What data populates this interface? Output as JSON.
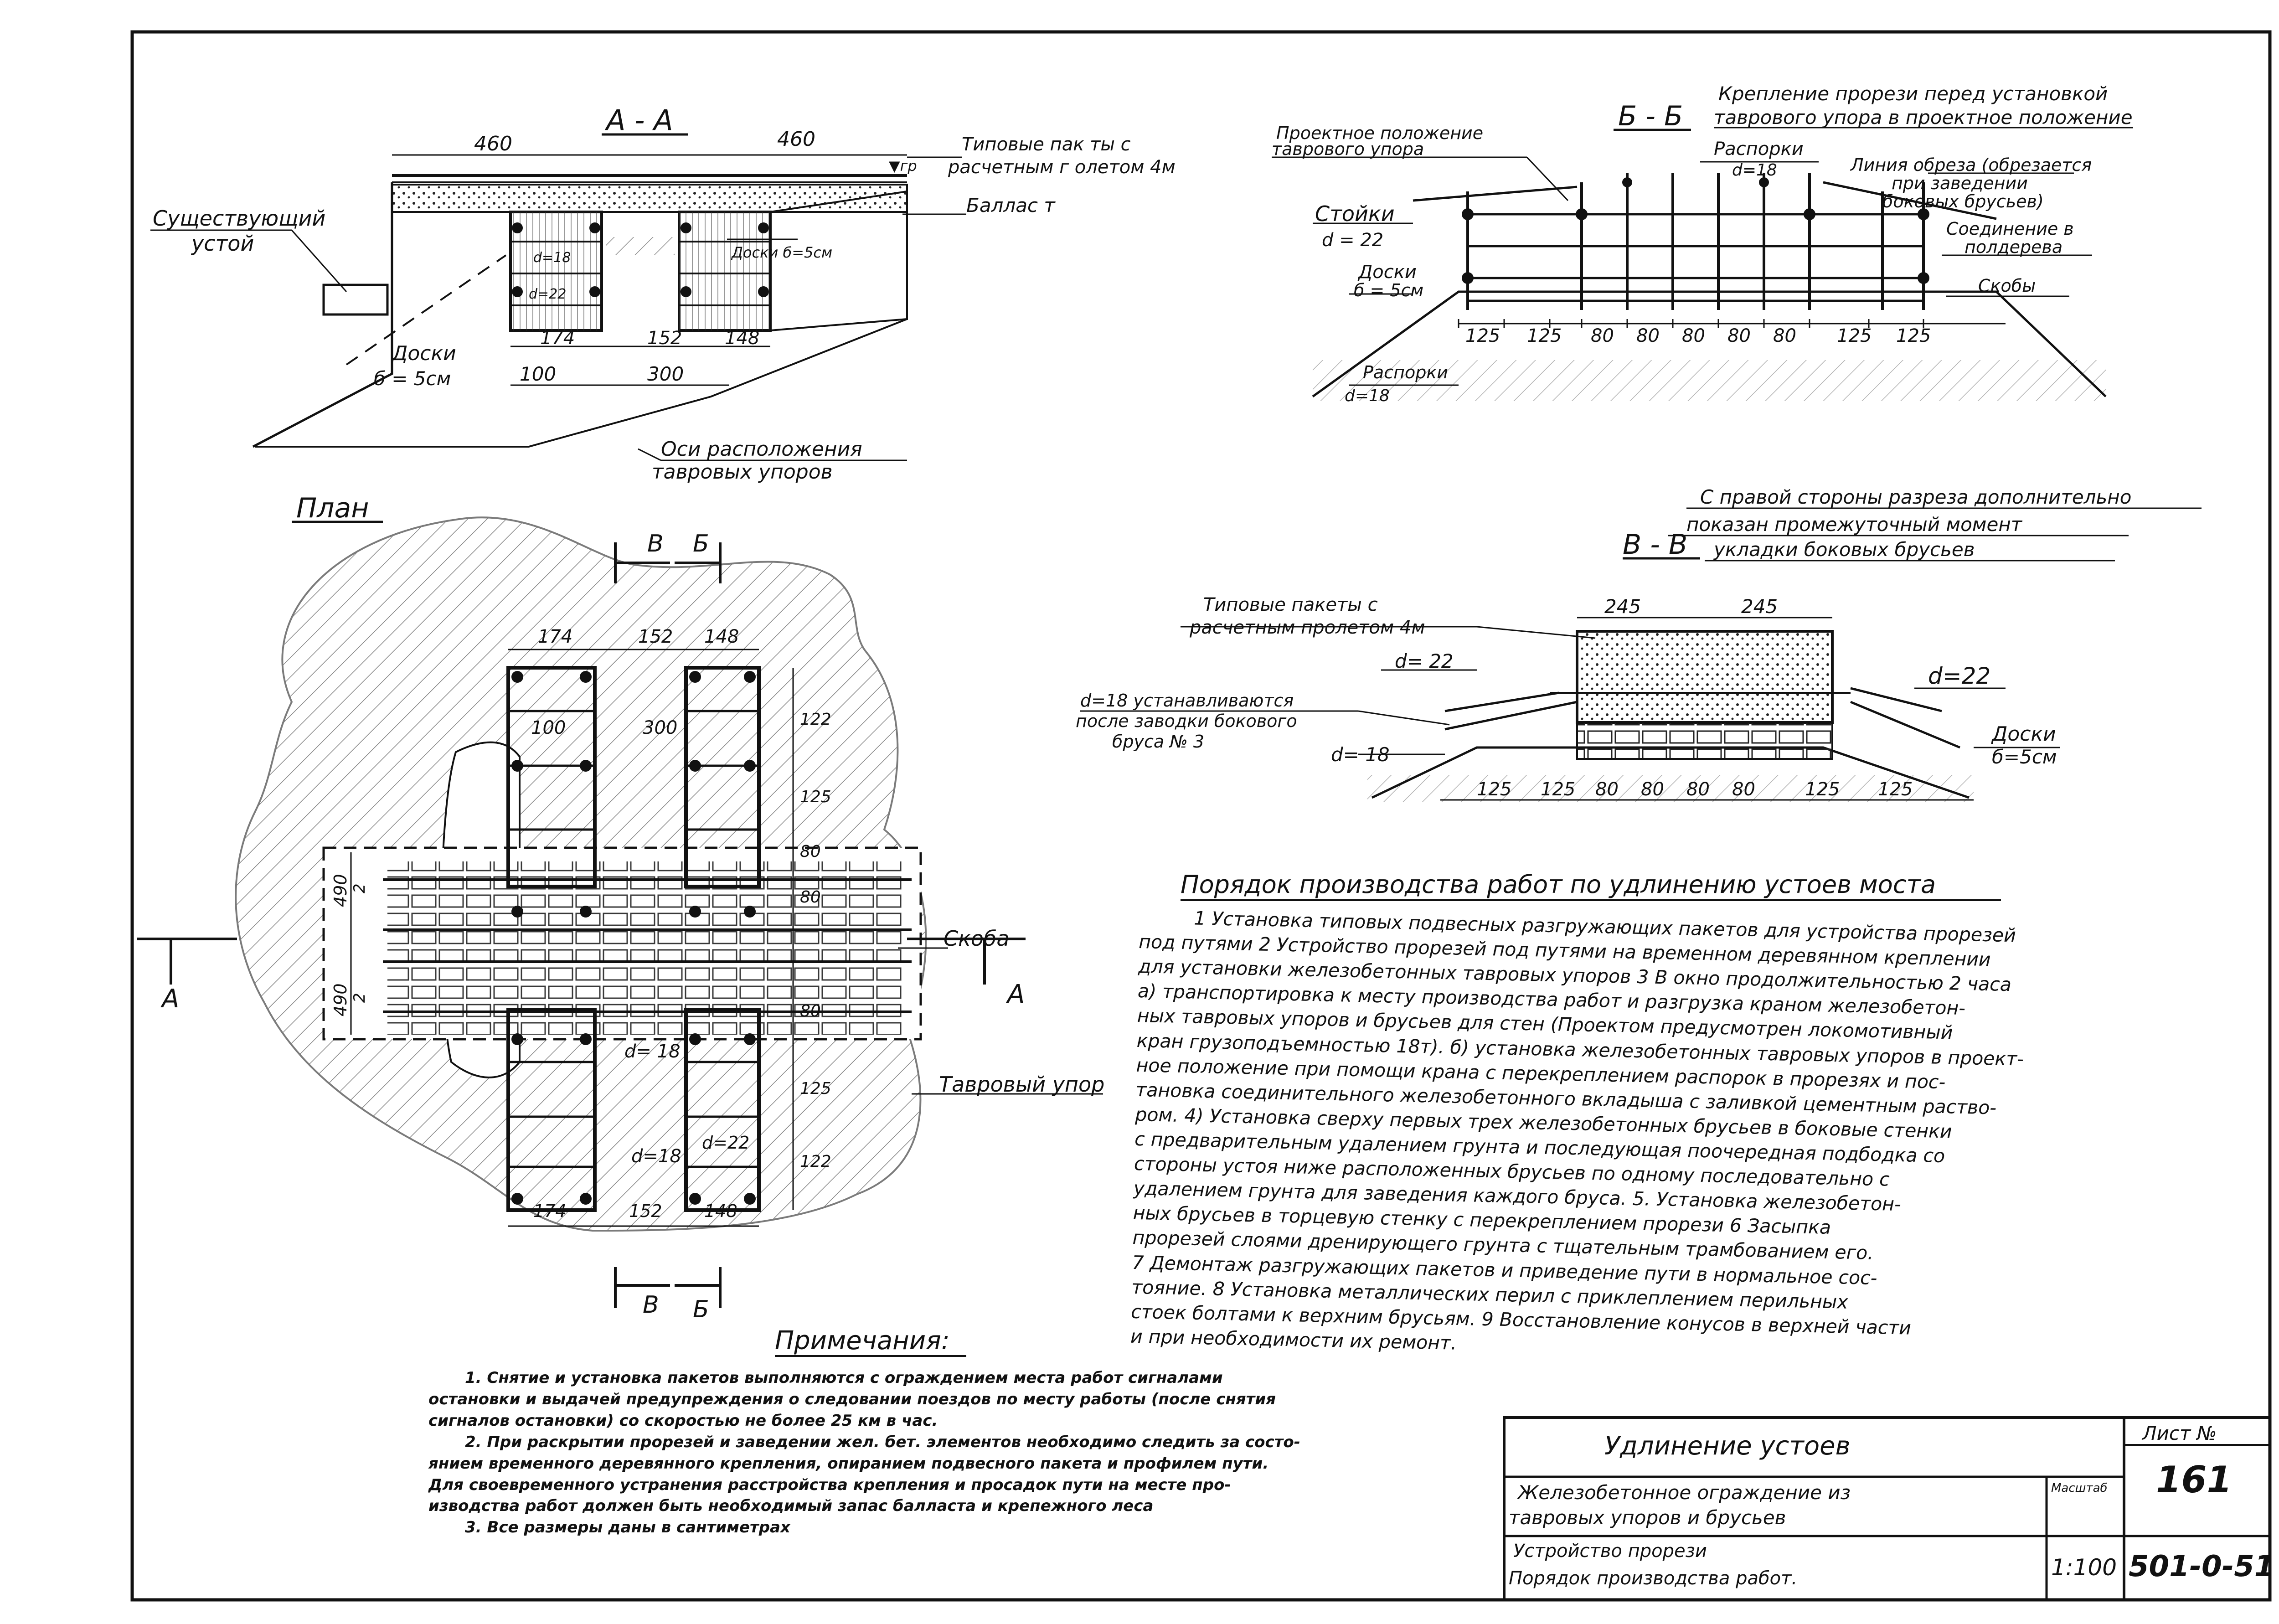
{
  "sections": {
    "aa": {
      "title": "А - А",
      "dims_top": [
        "460",
        "460"
      ],
      "label_packets": "Типовые пак ты с",
      "label_packets2": "расчетным г олетом 4м",
      "label_ballast": "Баллас т",
      "label_existing": "Существующий",
      "label_existing2": "устой",
      "label_boards": "Доски б=5см",
      "label_boards2": "Доски",
      "label_boards3": "б = 5см",
      "label_d18": "d=18",
      "label_d22": "d=22",
      "dims_bottom": [
        "174",
        "152",
        "148"
      ],
      "dims_bottom2": [
        "100",
        "300"
      ],
      "label_axes": "Оси расположения",
      "label_axes2": "тавровых упоров",
      "label_gr": "▼гр"
    },
    "bb": {
      "title": "Б - Б",
      "caption1": "Крепление прорези перед установкой",
      "caption2": "таврового упора в проектное положение",
      "label_project": "Проектное положение",
      "label_project2": "таврового упора",
      "label_braces": "Распорки",
      "label_d18": "d=18",
      "label_cutline": "Линия обреза (обрезается",
      "label_cutline2": "при заведении",
      "label_cutline3": "боковых брусьев)",
      "label_posts": "Стойки",
      "label_posts_d": "d = 22",
      "label_boards": "Доски",
      "label_boards_b": "б = 5см",
      "label_join": "Соединение в",
      "label_join2": "полдерева",
      "label_clamps": "Скобы",
      "label_braces_bottom": "Распорки",
      "label_braces_bottom_d": "d=18",
      "dims": [
        "125",
        "125",
        "80",
        "80",
        "80",
        "80",
        "80",
        "125",
        "125"
      ]
    },
    "vv": {
      "title": "В - В",
      "caption1": "С правой стороны разреза дополнительно",
      "caption2": "показан промежуточный момент",
      "caption3": "укладки боковых брусьев",
      "label_packets": "Типовые пакеты с",
      "label_packets2": "расчетным пролетом 4м",
      "dims_top": [
        "245",
        "245"
      ],
      "label_d22_left": "d= 22",
      "label_d22_right": "d=22",
      "label_d18_install": "d=18 устанавливаются",
      "label_d18_install2": "после заводки бокового",
      "label_d18_install3": "бруса № 3",
      "label_d18": "d= 18",
      "label_boards": "Доски",
      "label_boards_b": "б=5см",
      "dims": [
        "125",
        "125",
        "80",
        "80",
        "80",
        "80",
        "125",
        "125"
      ]
    },
    "plan": {
      "title": "План",
      "cut_b": "В",
      "cut_bb": "Б",
      "cut_a": "А",
      "dims_top": [
        "174",
        "152",
        "148"
      ],
      "dims_inner": [
        "100",
        "300"
      ],
      "dims_right": [
        "122",
        "125",
        "80",
        "80",
        "80",
        "125",
        "122"
      ],
      "dims_left": [
        "490",
        "2",
        "490",
        "2"
      ],
      "label_clamp": "Скоба",
      "label_tee": "Тавровый упор",
      "label_d18": "d= 18",
      "label_d18b": "d=18",
      "label_d22": "d=22",
      "dims_bottom": [
        "174",
        "152",
        "148"
      ]
    }
  },
  "procedure": {
    "title": "Порядок производства работ по удлинению устоев моста",
    "lines": [
      "1 Установка типовых подвесных разгружающих пакетов для устройства прорезей",
      "под путями 2 Устройство прорезей под путями на временном деревянном креплении",
      "для установки железобетонных тавровых упоров 3 В окно продолжительностью 2 часа",
      "а) транспортировка к месту производства работ и разгрузка краном железобетон-",
      "ных тавровых упоров и брусьев для стен (Проектом предусмотрен локомотивный",
      "кран грузоподъемностью 18т). б) установка железобетонных тавровых упоров в проект-",
      "ное положение при помощи крана с перекреплением распорок в прорезях и пос-",
      "тановка соединительного железобетонного вкладыша с заливкой цементным раство-",
      "ром. 4) Установка сверху первых трех железобетонных брусьев в боковые стенки",
      "с предварительным удалением грунта и последующая поочередная подбодка со",
      "стороны устоя ниже расположенных брусьев по одному последовательно с",
      "удалением грунта для заведения каждого бруса. 5. Установка железобетон-",
      "ных брусьев в торцевую стенку с перекреплением прорези 6 Засыпка",
      "прорезей слоями дренирующего грунта с тщательным трамбованием его.",
      "7 Демонтаж разгружающих пакетов и приведение пути в нормальное сос-",
      "тояние. 8 Установка металлических перил с приклеплением перильных",
      "стоек болтами к верхним брусьям. 9 Восстановление конусов в верхней части",
      "и при необходимости их ремонт."
    ]
  },
  "notes": {
    "title": "Примечания:",
    "lines": [
      "1. Снятие и установка пакетов выполняются с ограждением места работ сигналами",
      "остановки и выдачей предупреждения о следовании поездов по месту работы (после снятия",
      "сигналов остановки) со скоростью не более 25 км в час.",
      "2. При раскрытии прорезей и заведении жел. бет. элементов необходимо следить за состо-",
      "янием временного деревянного крепления, опиранием подвесного пакета и профилем пути.",
      "Для своевременного устранения расстройства крепления и просадок пути на месте про-",
      "изводства работ должен быть необходимый запас балласта и крепежного леса",
      "3. Все размеры даны в сантиметрах"
    ]
  },
  "title_block": {
    "project": "Удлинение устоев",
    "sheet_label": "Лист №",
    "sheet_no": "161",
    "line1": "Железобетонное ограждение из",
    "line2": "тавровых упоров и брусьев",
    "scale_label": "Масштаб",
    "line3": "Устройство прорези",
    "line4": "Порядок производства работ.",
    "scale": "1:100",
    "code": "501-0-51"
  }
}
